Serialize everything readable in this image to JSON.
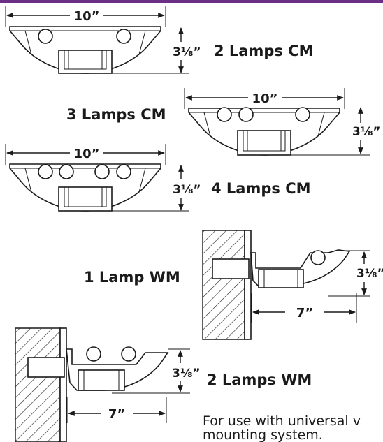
{
  "colors": {
    "accent_bar": "#6b2f86",
    "ink": "#1a1a1a"
  },
  "dims": {
    "width_cm": "10”",
    "height": "3⅛”",
    "depth_wm": "7”"
  },
  "labels": {
    "cm2": "2 Lamps CM",
    "cm3": "3 Lamps CM",
    "cm4": "4 Lamps CM",
    "wm1": "1 Lamp WM",
    "wm2": "2 Lamps WM"
  },
  "note": {
    "line1": "For use with universal v",
    "line2": "mounting system."
  }
}
